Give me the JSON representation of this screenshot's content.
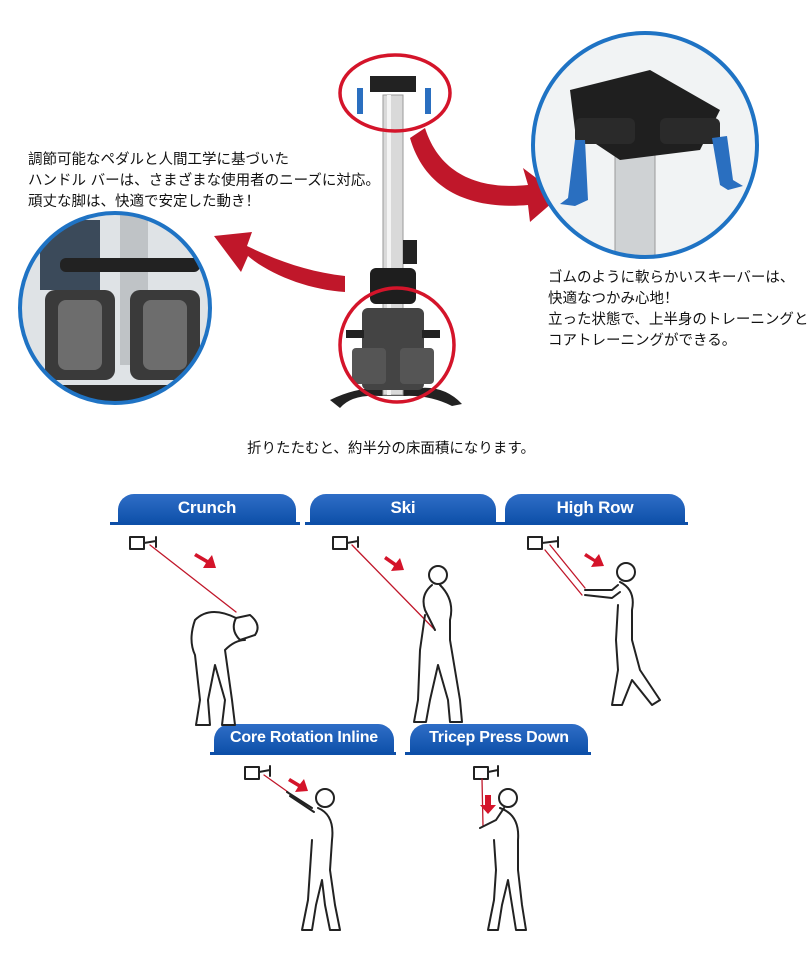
{
  "left_text": [
    "調節可能なペダルと人間工学に基づいた",
    "ハンドル バーは、さまざまな使用者のニーズに対応。",
    "頑丈な脚は、快適で安定した動き！"
  ],
  "right_text": [
    "ゴムのように軟らかいスキーバーは、",
    "快適なつかみ心地！",
    "立った状態で、上半身のトレーニングと",
    "コアトレーニングができる。"
  ],
  "fold_caption": "折りたたむと、約半分の床面積になります。",
  "exercises": [
    {
      "label": "Crunch"
    },
    {
      "label": "Ski"
    },
    {
      "label": "High Row"
    },
    {
      "label": "Core Rotation Inline"
    },
    {
      "label": "Tricep Press Down"
    }
  ],
  "colors": {
    "tab_blue": "#0d4fa8",
    "circle_red": "#d4142a",
    "circle_blue": "#1f73c4",
    "arrow_red": "#c0172a",
    "handle_blue": "#2a6fc0"
  }
}
